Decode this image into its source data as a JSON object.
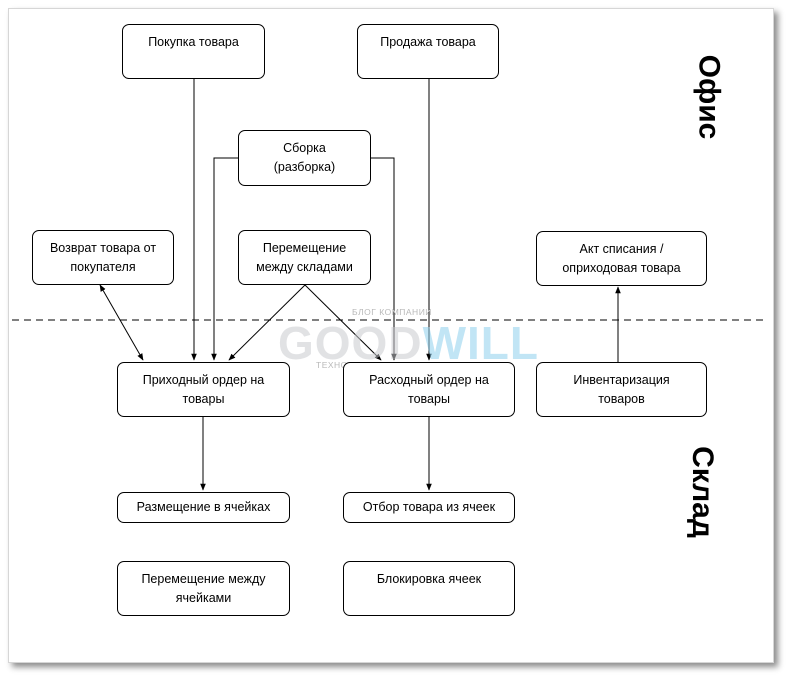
{
  "zones": {
    "office": "Офис",
    "warehouse": "Склад"
  },
  "boxes": {
    "purchase": "Покупка товара",
    "sale": "Продажа товара",
    "assembly": "Сборка\n(разборка)",
    "customer_return": "Возврат товара от\nпокупателя",
    "transfer_warehouses": "Перемещение\nмежду складами",
    "writeoff_act": "Акт списания /\nоприходовая товара",
    "receipt_order": "Приходный ордер на\nтовары",
    "expense_order": "Расходный ордер на\nтовары",
    "inventory": "Инвентаризация\nтоваров",
    "placement": "Размещение в ячейках",
    "picking": "Отбор товара из ячеек",
    "cell_transfer": "Перемещение между\nячейками",
    "cell_blocking": "Блокировка ячеек"
  },
  "watermark": {
    "top": "БЛОГ КОМПАНИИ",
    "brand_a": "GOOD",
    "brand_b": "WILL",
    "bottom": "ТЕХНОЛОГИИ ДЛЯ БИЗНЕСА"
  }
}
